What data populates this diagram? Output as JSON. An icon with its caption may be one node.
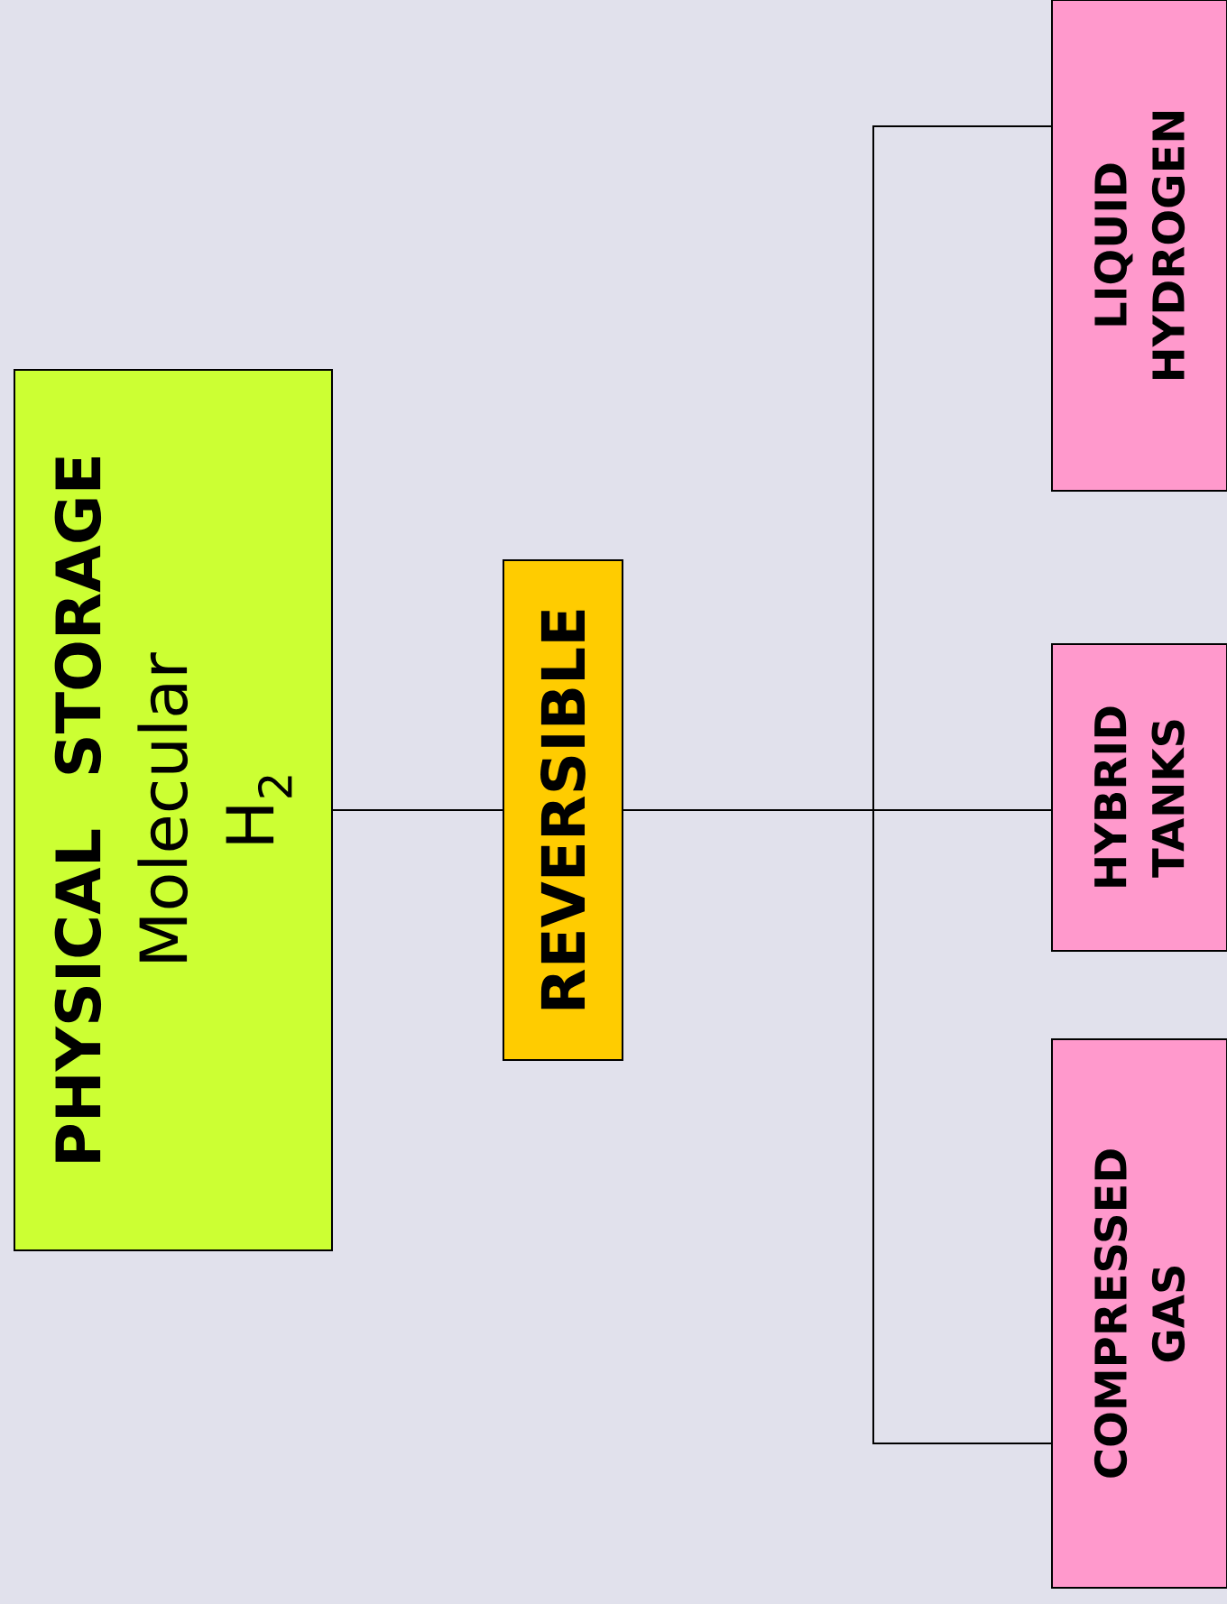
{
  "diagram": {
    "nodes": [
      {
        "text": [
          "PHYSICAL STORAGE",
          "Molecular",
          "H$_{2}$"
        ]
      },
      {
        "text": [
          "REVERSIBLE"
        ]
      },
      {
        "text": [
          "LIQUID HYDROGEN"
        ]
      },
      {
        "text": [
          "HYBRID TANKS"
        ]
      },
      {
        "text": [
          "COMPRESSED GAS"
        ]
      }
    ],
    "edges": [
      {
        "from": 0,
        "to": 1,
        "arrow": "none"
      },
      {
        "from": 1,
        "to": 2,
        "arrow": "none"
      },
      {
        "from": 1,
        "to": 3,
        "arrow": "none"
      },
      {
        "from": 1,
        "to": 4,
        "arrow": "none"
      }
    ]
  }
}
